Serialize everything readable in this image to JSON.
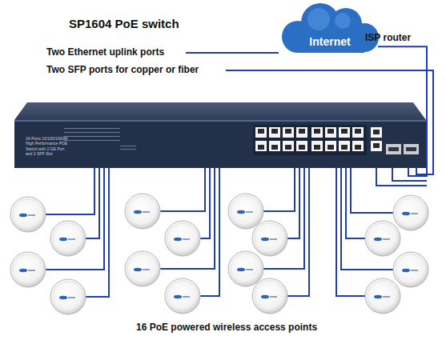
{
  "diagram": {
    "title": "SP1604 PoE switch",
    "caption": "16 PoE powered wireless access points",
    "nodes": [
      {
        "text": [
          "Internet"
        ]
      },
      {
        "text": [
          "16-Ports 10/100/1000M High Performance POE Switch with 2 GE Port and 2 SFP Slot"
        ]
      }
    ],
    "edges": [
      {
        "from": 1,
        "to": 0,
        "arrow": "none"
      }
    ],
    "labels": [
      "Two Ethernet uplink ports",
      "Two SFP ports for copper or fiber",
      "ISP router"
    ]
  }
}
